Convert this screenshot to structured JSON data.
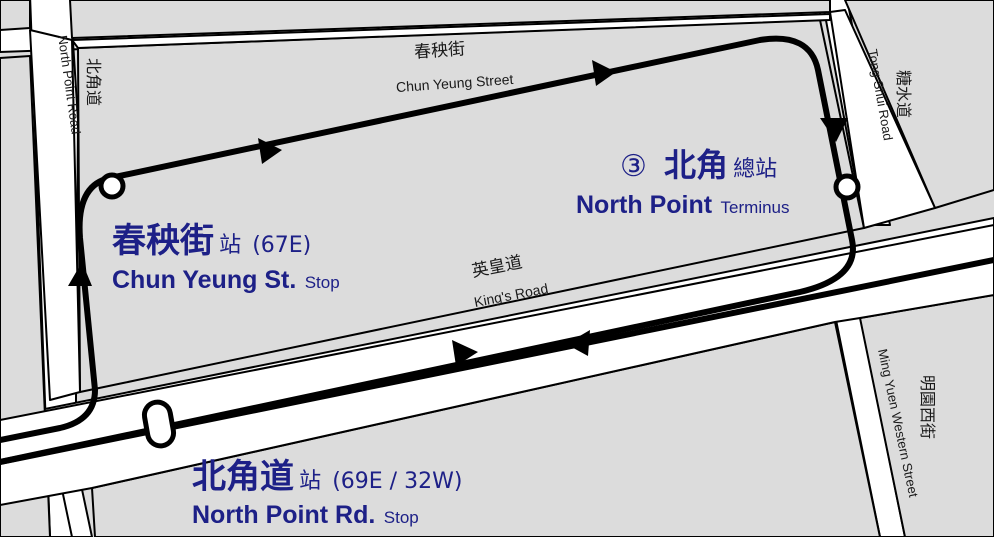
{
  "colors": {
    "block": "#dcdcdc",
    "road": "#ffffff",
    "outline": "#000000",
    "label_blue": "#1d2087",
    "street_text": "#1a1a1a"
  },
  "streets": {
    "chun_yeung_zh": "春秧街",
    "chun_yeung_en": "Chun Yeung Street",
    "kings_road_zh": "英皇道",
    "kings_road_en": "King's Road",
    "north_point_road_zh": "北角道",
    "north_point_road_en": "North Point Road",
    "tong_shui_zh": "糖水道",
    "tong_shui_en": "Tong Shui Road",
    "ming_yuen_zh": "明園西街",
    "ming_yuen_en": "Ming Yuen Western Street"
  },
  "stops": {
    "terminus": {
      "number": "③",
      "zh": "北角",
      "zh_suffix": "總站",
      "en": "North Point",
      "en_suffix": "Terminus"
    },
    "chun_yeung": {
      "zh": "春秧街",
      "zh_suffix": "站",
      "routes": "(67E)",
      "en": "Chun Yeung St.",
      "en_suffix": "Stop"
    },
    "north_point_rd": {
      "zh": "北角道",
      "zh_suffix": "站",
      "routes": "(69E / 32W)",
      "en": "North Point Rd.",
      "en_suffix": "Stop"
    }
  },
  "icons": {
    "stop_marker": "white-circle",
    "direction": "arrowhead"
  }
}
